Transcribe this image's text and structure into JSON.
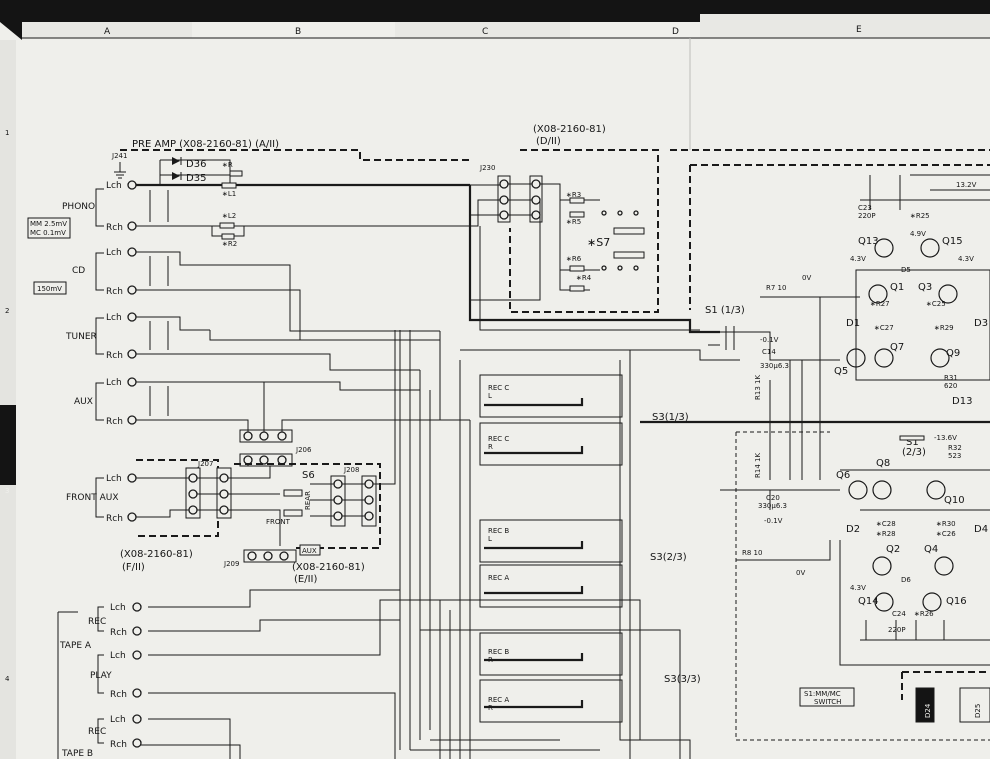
{
  "grid": {
    "columns": [
      "A",
      "B",
      "C",
      "D",
      "E"
    ],
    "rows": [
      "1",
      "2",
      "3",
      "4"
    ]
  },
  "boards": {
    "preamp": "PRE AMP (X08-2160-81) (A/II)",
    "d_board": "(X08-2160-81)",
    "d_board_sub": "(D/II)",
    "f_board": "(X08-2160-81)",
    "f_board_sub": "(F/II)",
    "e_board": "(X08-2160-81)",
    "e_board_sub": "(E/II)"
  },
  "inputs": {
    "phono": "PHONO",
    "cd": "CD",
    "tuner": "TUNER",
    "aux": "AUX",
    "front_aux": "FRONT AUX",
    "tape_a": "TAPE A",
    "tape_b": "TAPE B",
    "rec": "REC",
    "play": "PLAY",
    "lch": "Lch",
    "rch": "Rch"
  },
  "levels": {
    "mm": "MM 2.5mV",
    "mc": "MC 0.1mV",
    "line": "150mV"
  },
  "connectors": {
    "j241": "J241",
    "j230": "J230",
    "j206": "J206",
    "j207": "J207",
    "j208": "J208",
    "j209": "J209"
  },
  "components": {
    "d36": "D36",
    "d35": "D35",
    "r": "∗R",
    "l1": "∗L1",
    "l2": "∗L2",
    "r2": "∗R2",
    "r3": "∗R3",
    "r5": "∗R5",
    "r6": "∗R6",
    "r4": "∗R4",
    "s7": "∗S7",
    "s6": "S6",
    "front": "FRONT",
    "rear": "REAR",
    "aux_tag": "AUX",
    "s1_13": "S1 (1/3)",
    "s1_23": "S1",
    "s1_23b": "(2/3)",
    "s3_13": "S3(1/3)",
    "s3_23": "S3(2/3)",
    "s3_33": "S3(3/3)",
    "rec_c_l": "REC C",
    "rec_c_r": "REC C",
    "rec_b_l": "REC B",
    "rec_a_l": "REC A",
    "rec_b_r": "REC B",
    "rec_a_r": "REC A",
    "sw_l": "L",
    "sw_r": "R",
    "q13": "Q13",
    "q15": "Q15",
    "q1": "Q1",
    "q3": "Q3",
    "q5": "Q5",
    "q7": "Q7",
    "q9": "Q9",
    "q6": "Q6",
    "q8": "Q8",
    "q10": "Q10",
    "q2": "Q2",
    "q4": "Q4",
    "q14": "Q14",
    "q16": "Q16",
    "d1": "D1",
    "d3": "D3",
    "d5": "D5",
    "d2": "D2",
    "d6": "D6",
    "d4": "D4",
    "d13": "D13",
    "d24": "D24",
    "d25": "D25",
    "c23": "C23",
    "c23v": "220P",
    "c24": "C24",
    "c24v": "220P",
    "c20": "C20",
    "c20v": "330μ6.3",
    "c14": "C14",
    "c14v": "330μ6.3",
    "r7": "R7 10",
    "r8": "R8 10",
    "r25": "∗R25",
    "r27": "∗R27",
    "c25": "∗C25",
    "c27": "∗C27",
    "r29": "∗R29",
    "c28": "∗C28",
    "r28": "∗R28",
    "r30": "∗R30",
    "c26": "∗C26",
    "r26": "∗R26",
    "r32": "R32",
    "r32v": "523",
    "r31": "R31",
    "r31v": "620",
    "r13": "R13 1K",
    "r14": "R14 1K",
    "v0": "0V",
    "vneg01a": "-0.1V",
    "vneg01b": "-0.1V",
    "v43a": "4.3V",
    "v49": "4.9V",
    "v43b": "4.3V",
    "v43c": "4.3V",
    "v132": "13.2V",
    "v136": "-13.6V",
    "v0b": "0V",
    "switch_l1": "S1:MM/MC",
    "switch_l2": "SWITCH"
  }
}
